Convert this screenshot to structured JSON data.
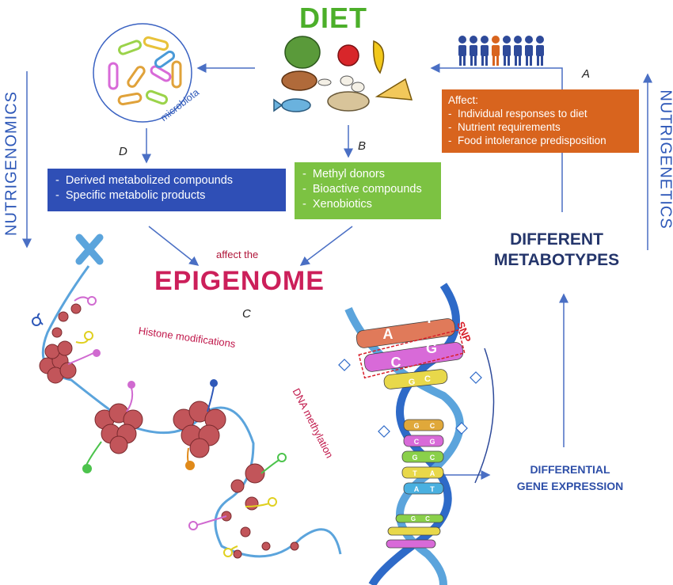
{
  "title": "DIET",
  "side_labels": {
    "left": "NUTRIGENOMICS",
    "right": "NUTRIGENETICS"
  },
  "microbiota_label": "microbiota",
  "letters": {
    "a": "A",
    "b": "B",
    "c": "C",
    "d": "D"
  },
  "box_d": {
    "items": [
      "Derived metabolized compounds",
      "Specific metabolic products"
    ]
  },
  "box_b": {
    "items": [
      "Methyl donors",
      "Bioactive compounds",
      "Xenobiotics"
    ]
  },
  "box_a": {
    "heading": "Affect:",
    "items": [
      "Individual responses to diet",
      "Nutrient requirements",
      "Food intolerance predisposition"
    ]
  },
  "affect_the": "affect the",
  "epigenome": "EPIGENOME",
  "histone_label": "Histone modifications",
  "dna_methylation_label": "DNA methylation",
  "snp_label": "SNP",
  "metabotypes": {
    "line1": "DIFFERENT",
    "line2": "METABOTYPES"
  },
  "diff_expression": {
    "line1": "DIFFERENTIAL",
    "line2": "GENE EXPRESSION"
  },
  "dna_bases": [
    "A",
    "T",
    "C",
    "G",
    "G",
    "C",
    "G",
    "C",
    "C",
    "G",
    "G",
    "C",
    "T",
    "A",
    "A",
    "T",
    "G",
    "C"
  ],
  "colors": {
    "diet_green": "#4caf2a",
    "blue_box": "#2f4fb6",
    "green_box": "#7cc242",
    "orange_box": "#d8641e",
    "epigenome": "#cc1f5a",
    "arrow": "#4a6fc4"
  }
}
